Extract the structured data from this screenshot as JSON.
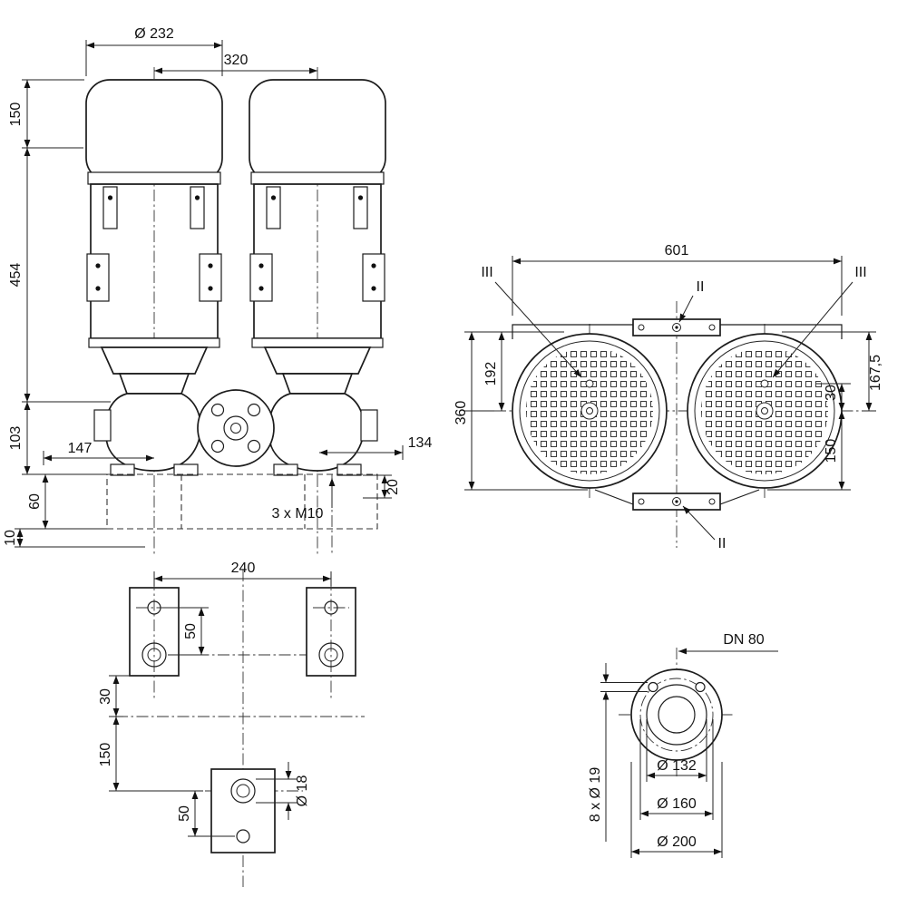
{
  "front_view": {
    "dia_fan_cowl": "Ø 232",
    "dim_motor_spacing": "320",
    "dim_cowl_height": "150",
    "dim_motor_height": "454",
    "dim_base_height": "103",
    "dim_left_offset": "147",
    "dim_right_offset": "134",
    "dim_base_60": "60",
    "dim_pad_10": "10",
    "dim_foot_20": "20",
    "label_bolts": "3 x M10"
  },
  "top_view": {
    "dim_overall_width": "601",
    "section_left": "III",
    "section_right": "III",
    "section_top": "II",
    "section_bottom": "II",
    "dim_center_192": "192",
    "dim_overall_360": "360",
    "dim_port_30": "30",
    "dim_upper_167": "167,5",
    "dim_lower_150": "150"
  },
  "foundation_view": {
    "dim_hole_spacing": "240",
    "dim_upper_50": "50",
    "dim_row_30": "30",
    "dim_row_150": "150",
    "dim_lower_50": "50",
    "dia_hole": "Ø 18"
  },
  "flange_view": {
    "label_dn": "DN 80",
    "dia_pitch_face": "Ø 132",
    "dia_bolt_circle": "Ø 160",
    "dia_outer": "Ø 200",
    "label_bolt_holes": "8 x Ø 19"
  }
}
